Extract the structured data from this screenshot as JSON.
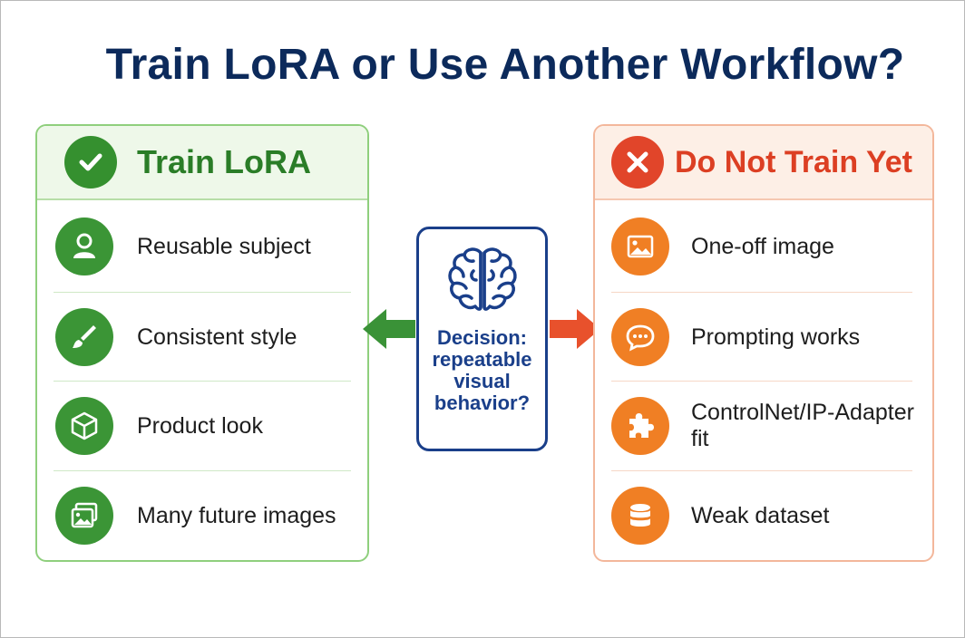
{
  "title": "Train LoRA or Use Another Workflow?",
  "left_panel": {
    "heading": "Train LoRA",
    "heading_icon": "check-icon",
    "accent": "#35902f",
    "items": [
      {
        "label": "Reusable subject",
        "icon": "person-icon"
      },
      {
        "label": "Consistent style",
        "icon": "paintbrush-icon"
      },
      {
        "label": "Product look",
        "icon": "cube-icon"
      },
      {
        "label": "Many future images",
        "icon": "image-stack-icon"
      }
    ]
  },
  "center": {
    "icon": "brain-icon",
    "text": "Decision: repeatable visual behavior?",
    "accent": "#1a3f8a"
  },
  "right_panel": {
    "heading": "Do Not Train Yet",
    "heading_icon": "x-icon",
    "accent": "#e1452a",
    "items": [
      {
        "label": "One-off image",
        "icon": "image-icon"
      },
      {
        "label": "Prompting works",
        "icon": "chat-bubble-icon"
      },
      {
        "label": "ControlNet/IP-Adapter fit",
        "icon": "puzzle-icon"
      },
      {
        "label": "Weak dataset",
        "icon": "database-icon"
      }
    ]
  }
}
